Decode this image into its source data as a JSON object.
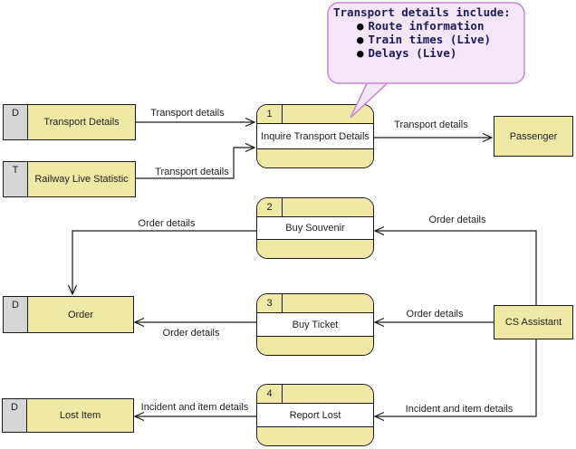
{
  "callout": {
    "title": "Transport details include:",
    "bullet_icon": "●",
    "bullets": [
      "Route information",
      "Train times (Live)",
      "Delays (Live)"
    ],
    "colors": {
      "fill": "#f3e6f9",
      "border": "#c687d3",
      "text": "#1b1b57"
    }
  },
  "data_stores": [
    {
      "id_letter": "D",
      "label": "Transport Details"
    },
    {
      "id_letter": "T",
      "label": "Railway Live Statistic"
    },
    {
      "id_letter": "D",
      "label": "Order"
    },
    {
      "id_letter": "D",
      "label": "Lost Item"
    }
  ],
  "processes": [
    {
      "number": "1",
      "label": "Inquire Transport Details"
    },
    {
      "number": "2",
      "label": "Buy Souvenir"
    },
    {
      "number": "3",
      "label": "Buy Ticket"
    },
    {
      "number": "4",
      "label": "Report Lost"
    }
  ],
  "external_entities": [
    {
      "label": "Passenger"
    },
    {
      "label": "CS Assistant"
    }
  ],
  "flow_labels": [
    {
      "text": "Transport details"
    },
    {
      "text": "Transport details"
    },
    {
      "text": "Transport details"
    },
    {
      "text": "Order details"
    },
    {
      "text": "Order details"
    },
    {
      "text": "Order details"
    },
    {
      "text": "Order details"
    },
    {
      "text": "Incident and item details"
    },
    {
      "text": "Incident and item details"
    }
  ],
  "colors": {
    "shape_fill": "#f0e9a6",
    "store_tag_fill": "#d6d6d6",
    "shape_border": "#1a1a1a",
    "background": "#ffffff"
  }
}
